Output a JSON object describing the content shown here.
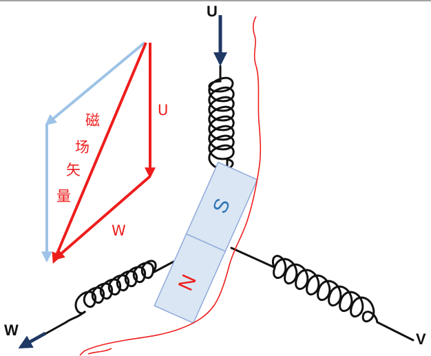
{
  "labels": {
    "terminal_u": "U",
    "terminal_v": "V",
    "terminal_w": "W",
    "vector_u": "U",
    "vector_w": "W",
    "field_vector_chars": [
      "磁",
      "场",
      "矢",
      "量"
    ],
    "pole_s": "S",
    "pole_n": "N"
  },
  "colors": {
    "red": "#ee1c1c",
    "light_blue": "#9dc3e6",
    "navy": "#1f3864",
    "coil": "#111111",
    "magnet_fill": "#dae6f3",
    "magnet_edge": "#8faadc",
    "pole_s": "#2e75b6",
    "pole_n": "#ee1c1c"
  }
}
